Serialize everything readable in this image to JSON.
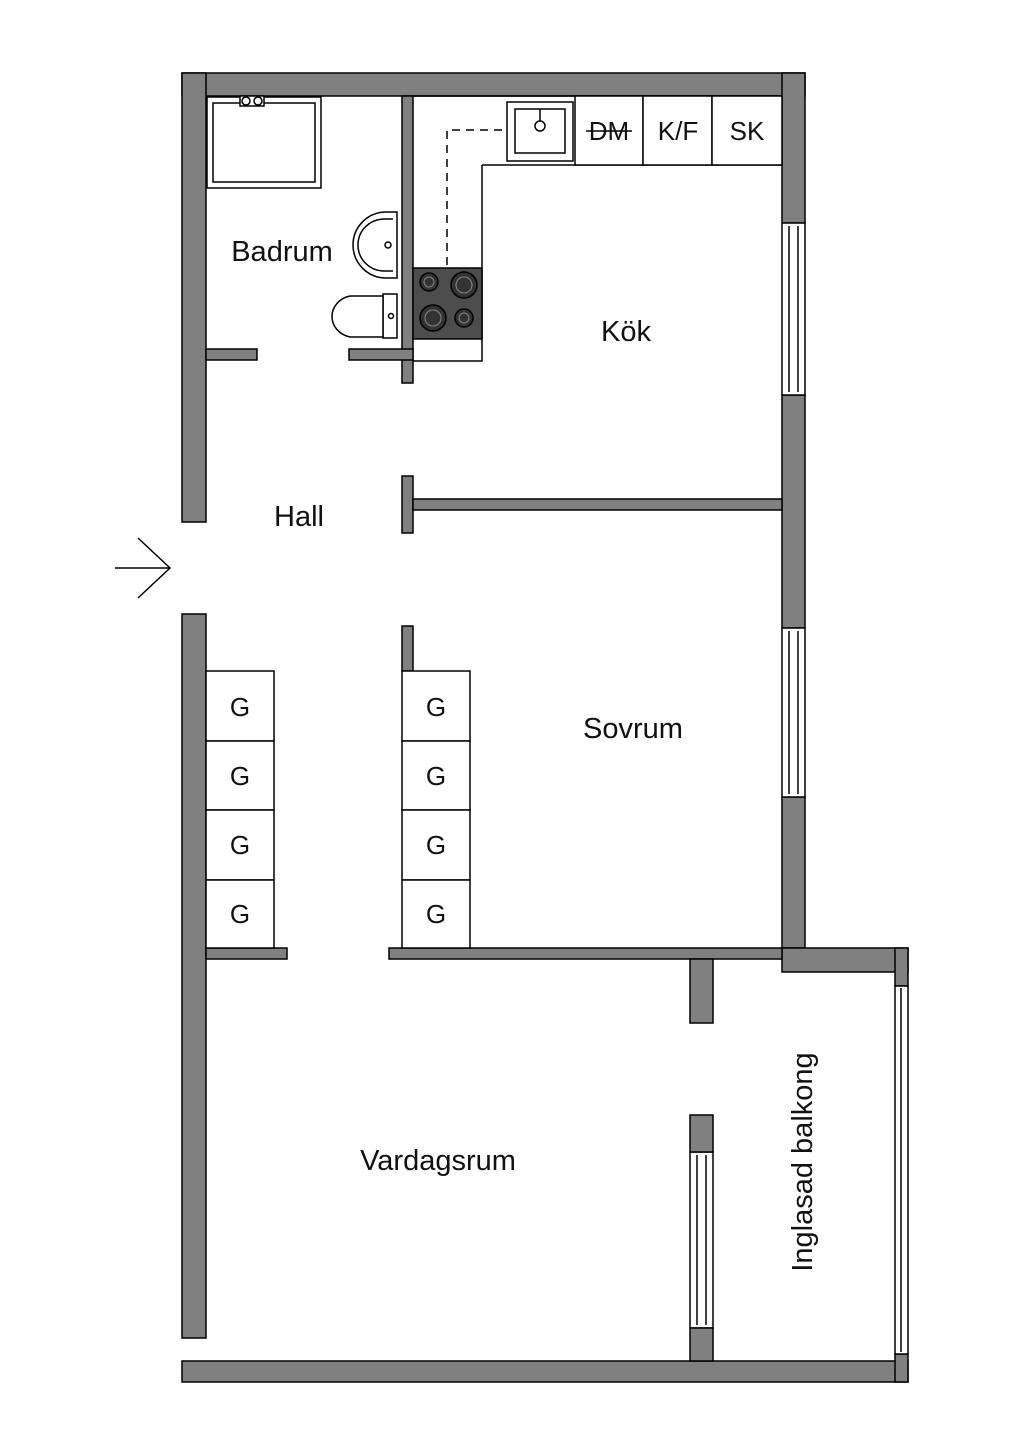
{
  "rooms": {
    "badrum": "Badrum",
    "kok": "Kök",
    "hall": "Hall",
    "sovrum": "Sovrum",
    "vardagsrum": "Vardagsrum",
    "balkong": "Inglasad balkong"
  },
  "appliances": {
    "dishwasher": "DM",
    "fridge_freezer": "K/F",
    "cabinet": "SK"
  },
  "wardrobe_label": "G",
  "colors": {
    "wall": "#808080",
    "stove": "#4d4d4d",
    "line": "#000000",
    "background": "#ffffff"
  }
}
